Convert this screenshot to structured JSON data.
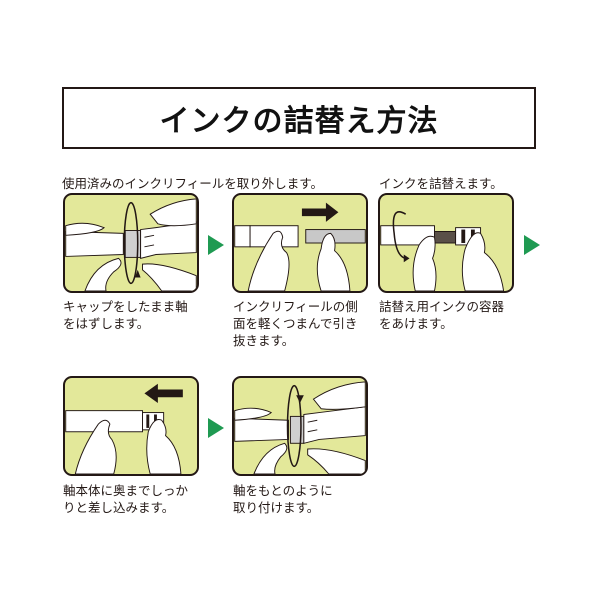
{
  "title": "インクの詰替え方法",
  "colors": {
    "panel_bg": "#e3e89a",
    "arrow_green": "#1f9a52",
    "outline": "#231815"
  },
  "sections": [
    {
      "heading": "使用済みのインクリフィールを取り外します。"
    },
    {
      "heading": "インクを詰替えます。"
    }
  ],
  "steps": [
    {
      "caption_lines": [
        "キャップをしたまま軸",
        "をはずします。"
      ],
      "illustration": "rotate-barrel-off"
    },
    {
      "caption_lines": [
        "インクリフィールの側",
        "面を軽くつまんで引き",
        "抜きます。"
      ],
      "illustration": "pull-refill-right-arrow"
    },
    {
      "caption_lines": [
        "詰替え用インクの容器",
        "をあけます。"
      ],
      "illustration": "open-ink-container"
    },
    {
      "caption_lines": [
        "軸本体に奥までしっか",
        "りと差し込みます。"
      ],
      "illustration": "insert-refill-left-arrow"
    },
    {
      "caption_lines": [
        "軸をもとのように",
        "取り付けます。"
      ],
      "illustration": "rotate-barrel-on"
    }
  ],
  "arrows": [
    {
      "icon": "triangle-right-icon"
    },
    {
      "icon": "triangle-right-icon"
    },
    {
      "icon": "triangle-right-icon"
    }
  ]
}
